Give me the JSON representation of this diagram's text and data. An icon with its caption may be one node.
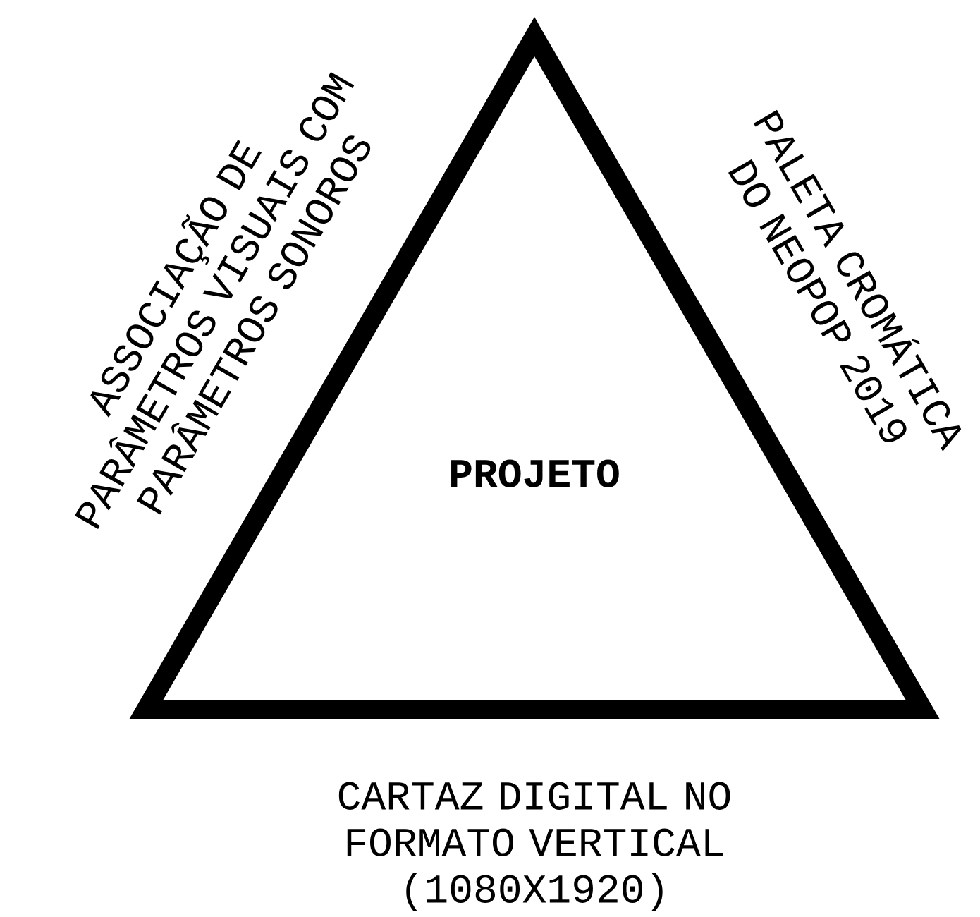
{
  "diagram": {
    "nodes": [
      {
        "text": [
          "PROJETO"
        ],
        "beside": [
          "ASSOCIAÇÃO DE PARÂMETROS VISUAIS COM PARÂMETROS SONOROS",
          "PALETA CROMÁTICA DO NEOPOP 2019",
          "CARTAZ DIGITAL NO FORMATO VERTICAL (1080X1920)"
        ]
      }
    ]
  }
}
